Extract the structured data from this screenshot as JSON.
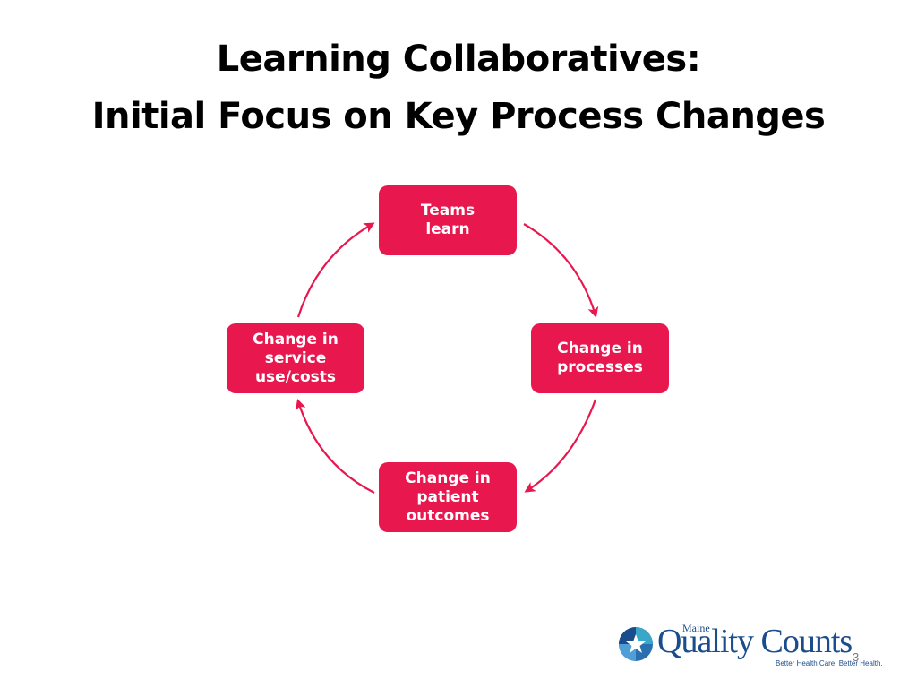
{
  "slide": {
    "title_line1": "Learning Collaboratives:",
    "title_line2": "Initial Focus on Key Process Changes"
  },
  "diagram": {
    "node_color": "#e8174e",
    "arrow_color": "#e8174e",
    "nodes": {
      "top": "Teams\nlearn",
      "right": "Change in\nprocesses",
      "bottom": "Change in\npatient\noutcomes",
      "left": "Change in\nservice\nuse/costs"
    }
  },
  "logo": {
    "small_text": "Maine",
    "name": "Quality Counts",
    "tagline": "Better Health Care. Better Health."
  },
  "page_number": "3"
}
